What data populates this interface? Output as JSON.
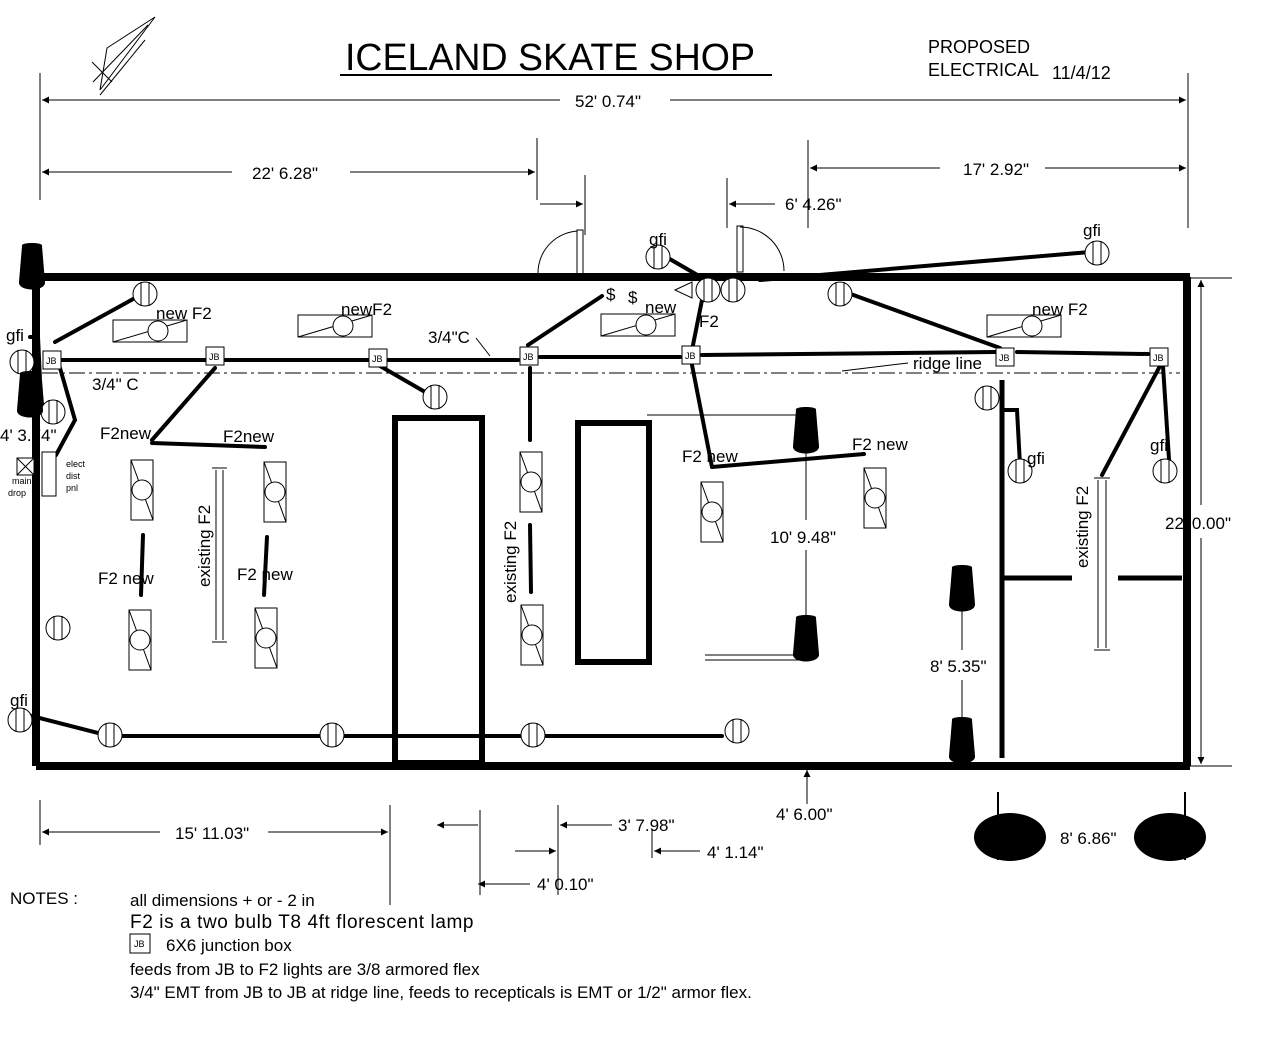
{
  "title": "ICELAND SKATE SHOP",
  "header": {
    "line1": "PROPOSED",
    "line2": "ELECTRICAL",
    "date": "11/4/12"
  },
  "dimensions": {
    "overall": "52' 0.74\"",
    "left_span": "22' 6.28\"",
    "right_span": "17' 2.92\"",
    "door_span": "6' 4.26\"",
    "height_right": "22' 0.00\"",
    "center_height": "10' 9.48\"",
    "right_height": "8' 5.35\"",
    "panel_offset": "4' 3.74\"",
    "bottom_left": "15' 11.03\"",
    "bottom_a": "3' 7.98\"",
    "bottom_b": "4' 1.14\"",
    "bottom_c": "4' 0.10\"",
    "bottom_d": "4' 6.00\"",
    "bottom_e": "8' 6.86\""
  },
  "labels": {
    "gfi": "gfi",
    "new": "new",
    "f2": "F2",
    "new_f2": "new F2",
    "newf2": "newF2",
    "f2new": "F2 new",
    "f2new_tight": "F2new",
    "conduit": "3/4\"C",
    "conduit_space": "3/4\" C",
    "ridge": "ridge line",
    "existing_f2": "existing F2",
    "jb": "JB",
    "panel": [
      "elect",
      "dist",
      "pnl"
    ],
    "main_drop": [
      "main",
      "drop"
    ],
    "switch": "$"
  },
  "notes": {
    "heading": "NOTES :",
    "items": [
      "all dimensions + or - 2 in",
      "F2 is a two bulb T8  4ft florescent lamp",
      "6X6 junction box",
      "feeds from JB to F2 lights are 3/8 armored flex",
      "3/4\" EMT from JB to JB at ridge line, feeds to recepticals is EMT or 1/2\" armor flex."
    ]
  },
  "colors": {
    "ink": "#000000",
    "paper": "#ffffff"
  }
}
